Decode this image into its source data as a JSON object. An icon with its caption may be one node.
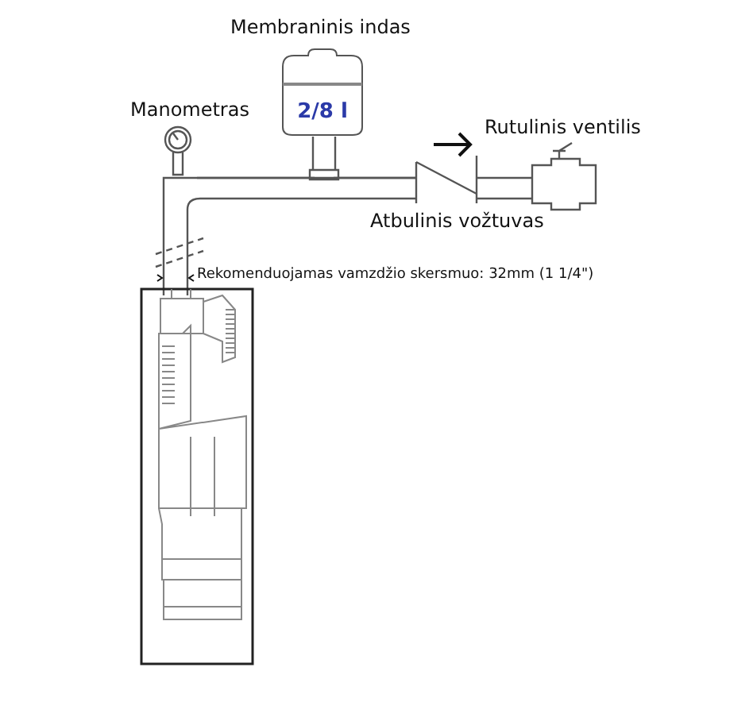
{
  "diagram": {
    "nodes": [
      {
        "text": [
          "2/8 l"
        ],
        "beside": [
          "Membraninis indas"
        ]
      }
    ],
    "labels": [
      "Manometras",
      "Rutulinis ventilis",
      "Atbulinis vožtuvas",
      "Rekomenduojamas vamzdžio skersmuo: 32mm (1 1/4\")"
    ]
  }
}
